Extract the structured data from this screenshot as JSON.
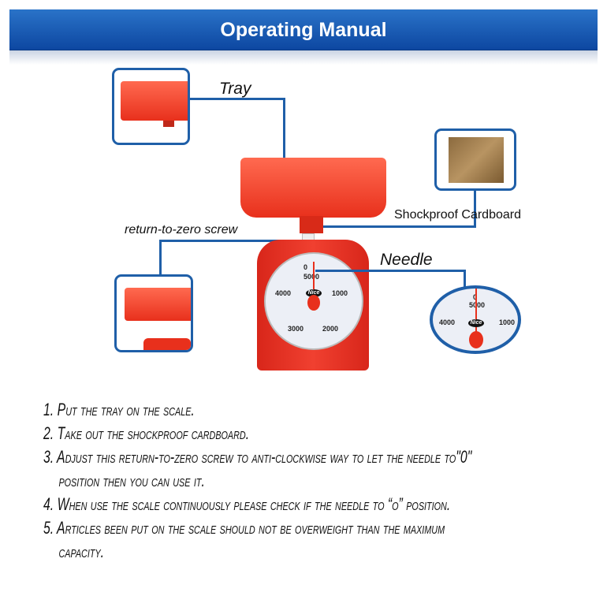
{
  "header": {
    "title": "Operating Manual"
  },
  "labels": {
    "tray": "Tray",
    "cardboard": "Shockproof  Cardboard",
    "screw": "return-to-zero screw",
    "needle": "Needle"
  },
  "dial": {
    "top": "5000",
    "left": "4000",
    "right": "1000",
    "bottom_left": "3000",
    "bottom_right": "2000",
    "zero": "0",
    "brand": "Nice"
  },
  "steps": [
    {
      "num": "1.",
      "text": "Put the tray on the scale."
    },
    {
      "num": "2.",
      "text": "Take out the shockproof cardboard."
    },
    {
      "num": "3.",
      "text": "Adjust this return-to-zero screw to anti-clockwise way to let the needle to\"0\"",
      "cont": "position then you can use it."
    },
    {
      "num": "4.",
      "text": "When use the scale continuously please check if the needle to “o” position."
    },
    {
      "num": "5.",
      "text": "Articles been put on the scale should not be overweight than the maximum",
      "cont": "capacity."
    }
  ],
  "colors": {
    "blue": "#1f5fa8",
    "red": "#e8301c"
  }
}
